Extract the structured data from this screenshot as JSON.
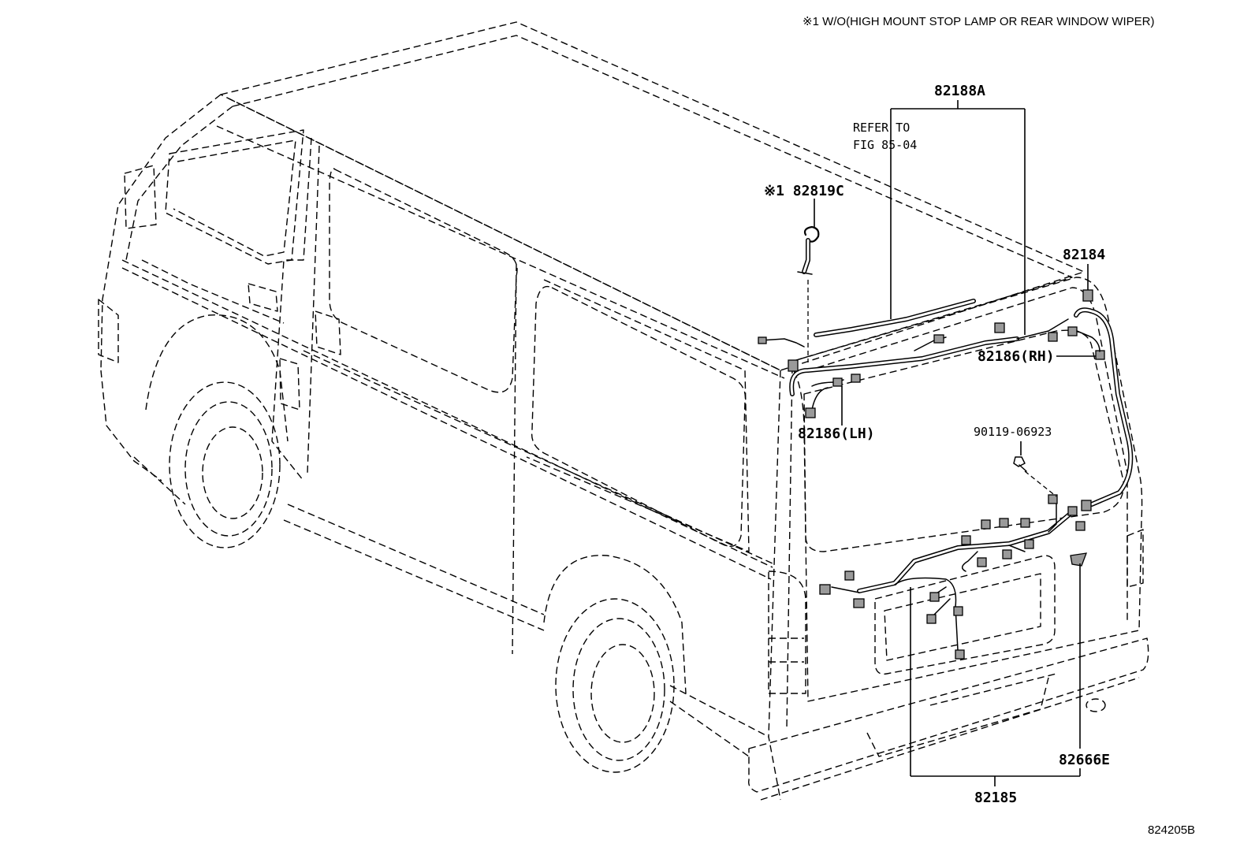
{
  "note": "※1  W/O(HIGH MOUNT STOP LAMP OR REAR WINDOW WIPER)",
  "figure_id": "824205B",
  "callouts": {
    "c82188a": "82188A",
    "refer_line1": "REFER TO",
    "refer_line2": "FIG 85-04",
    "c82819c": "※1 82819C",
    "c82184": "82184",
    "c82186rh": "82186(RH)",
    "c82186lh": "82186(LH)",
    "c90119": "90119-06923",
    "c82666e": "82666E",
    "c82185": "82185"
  },
  "colors": {
    "line": "#000000",
    "connector_fill": "#9a9a9a",
    "background": "#ffffff"
  }
}
